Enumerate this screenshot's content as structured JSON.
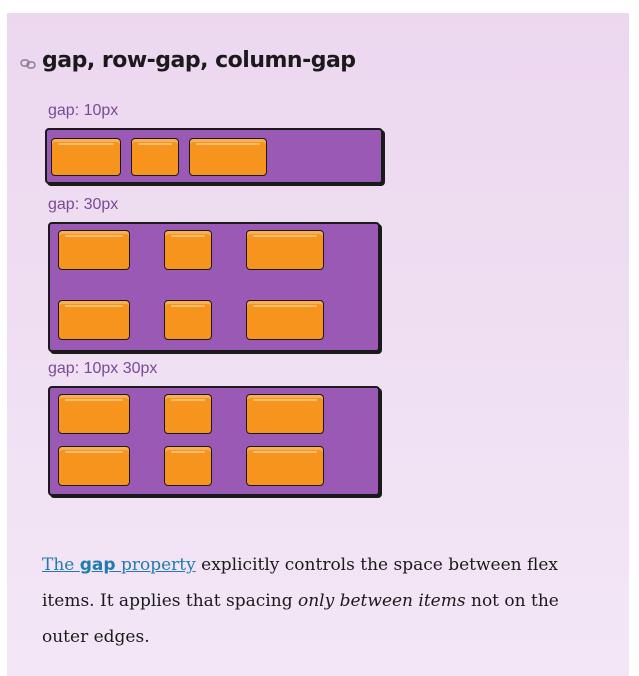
{
  "heading": {
    "title": "gap, row-gap, column-gap",
    "link_icon": "link-icon"
  },
  "demos": [
    {
      "label": "gap: 10px"
    },
    {
      "label": "gap: 30px"
    },
    {
      "label": "gap: 10px 30px"
    }
  ],
  "paragraph": {
    "link_pre": "The ",
    "link_code": "gap",
    "link_post": " property",
    "text_1": " explicitly controls the space between flex items. It applies that spacing ",
    "emphasis": "only between items",
    "text_2": " not on the outer edges."
  },
  "colors": {
    "background": "#ecd7ef",
    "container": "#9b59b6",
    "item": "#f7941d",
    "link": "#1f7bb0",
    "label": "#7a4a94"
  }
}
